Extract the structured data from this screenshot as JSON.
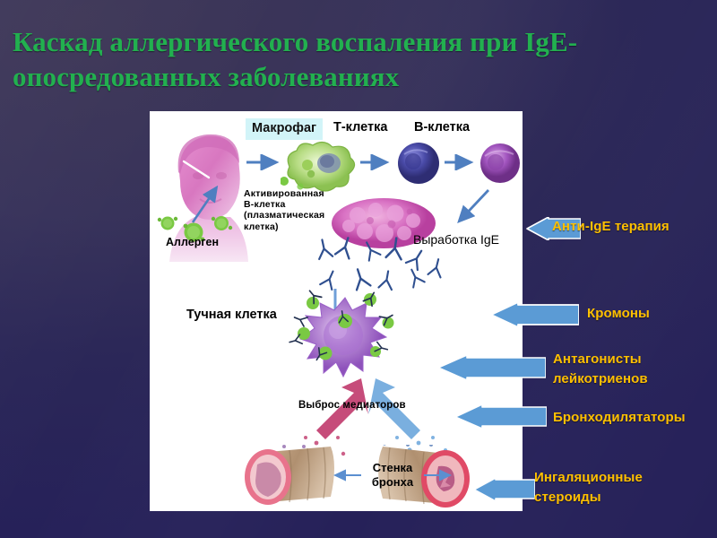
{
  "slide": {
    "title": "Каскад аллергического воспаления при IgE-опосредованных заболеваниях",
    "background_top_color": "#3e3757",
    "background_bottom_color": "#262159",
    "title_color": "#22b04f"
  },
  "diagram": {
    "panel_background": "#ffffff",
    "labels": {
      "macrophage": "Макрофаг",
      "t_cell": "Т-клетка",
      "b_cell": "В-клетка",
      "activated_b_cell": "Активированная\nВ-клетка\n(плазматическая\n  клетка)",
      "allergen": "Аллерген",
      "ige_production": "Выработка IgE",
      "mast_cell": "Тучная клетка",
      "mediator_release": "Выброс медиаторов",
      "bronchial_wall": "Стенка\nбронха"
    },
    "macrophage_label_background": "#d2f4f8",
    "allergen_particle_color": "#7ac943",
    "antibody_color": "#2f4f8f",
    "mediator_arrow_colors": [
      "#c0396b",
      "#5b9bd5"
    ]
  },
  "therapies": {
    "arrow_color": "#5b9bd5",
    "text_color": "#ffc000",
    "items": [
      {
        "label": "Анти-IgE терапия",
        "target": "ige-production"
      },
      {
        "label": "Кромоны",
        "target": "mast-cell"
      },
      {
        "label": "Антагонисты\nлейкотриенов",
        "target": "mediator-release"
      },
      {
        "label": "Бронходилятаторы",
        "target": "bronchial-smooth-muscle"
      },
      {
        "label": "Ингаляционные\nстероиды",
        "target": "bronchial-wall"
      }
    ]
  }
}
